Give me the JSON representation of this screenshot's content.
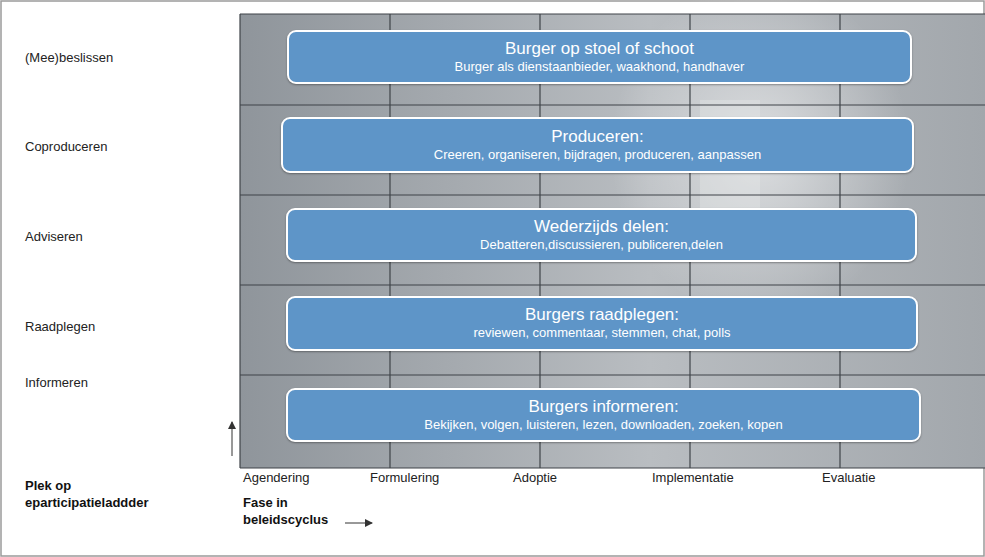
{
  "diagram": {
    "nodes": [
      {
        "text": [
          "Burger op stoel of schoot",
          "Burger als dienstaanbieder, waakhond, handhaver"
        ]
      },
      {
        "text": [
          "Produceren:",
          "Creeren, organiseren, bijdragen, produceren, aanpassen"
        ]
      },
      {
        "text": [
          "Wederzijds delen:",
          "Debatteren,discussieren, publiceren,delen"
        ]
      },
      {
        "text": [
          "Burgers raadplegen:",
          "reviewen, commentaar, stemmen, chat, polls"
        ]
      },
      {
        "text": [
          "Burgers informeren:",
          "Bekijken, volgen, luisteren, lezen, downloaden, zoeken, kopen"
        ]
      }
    ],
    "labels": [
      "(Mee)beslissen",
      "Coproduceren",
      "Adviseren",
      "Raadplegen",
      "Informeren",
      "Plek op eparticipatieladdder",
      "Agendering",
      "Formulering",
      "Adoptie",
      "Implementatie",
      "Evaluatie",
      "Fase in beleidscyclus"
    ]
  }
}
